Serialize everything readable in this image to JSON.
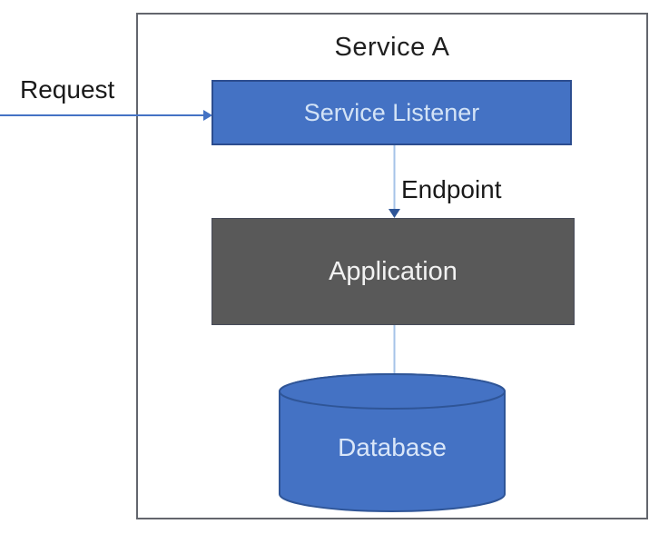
{
  "diagram": {
    "title": "Service A",
    "labels": {
      "request": "Request",
      "endpoint": "Endpoint"
    },
    "nodes": {
      "listener": "Service Listener",
      "application": "Application",
      "database": "Database"
    },
    "colors": {
      "accent_blue": "#4472C4",
      "blue_border": "#2C4D8F",
      "cylinder_stroke": "#2F5597",
      "dark_gray": "#595959",
      "connector_light": "#A6C3E8",
      "arrowhead_dark": "#2E5597",
      "container_border": "#63666D"
    }
  }
}
